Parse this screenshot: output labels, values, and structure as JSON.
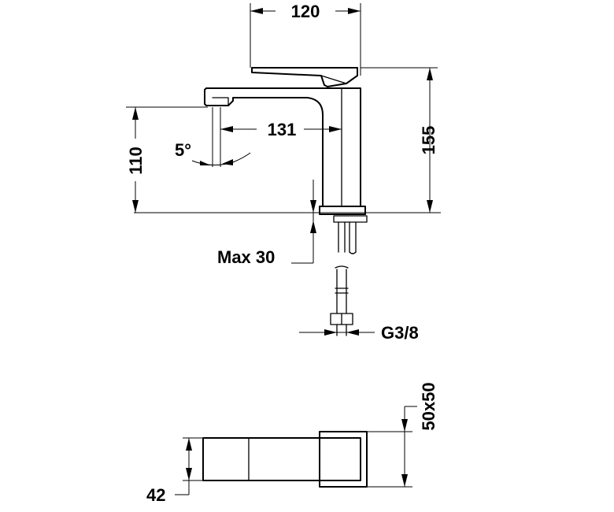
{
  "dimensions": {
    "handle_length": "120",
    "spout_reach": "131",
    "spout_height": "110",
    "total_height": "155",
    "spout_angle": "5°",
    "max_deck_thickness": "Max 30",
    "connection_thread": "G3/8",
    "body_size": "50x50",
    "body_width": "42"
  },
  "colors": {
    "line": "#000000",
    "background": "#ffffff"
  }
}
